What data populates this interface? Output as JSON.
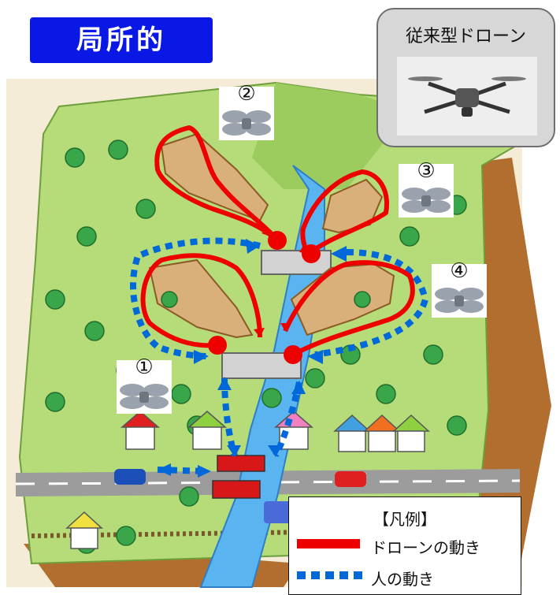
{
  "title": "局所的",
  "drone_card": {
    "label": "従来型ドローン"
  },
  "markers": [
    "①",
    "②",
    "③",
    "④"
  ],
  "legend": {
    "title": "【凡例】",
    "items": [
      {
        "label": "ドローンの動き",
        "color": "#ee0000",
        "style": "solid"
      },
      {
        "label": "人の動き",
        "color": "#0068d8",
        "style": "dotted"
      }
    ]
  },
  "colors": {
    "title_bg": "#0a18e6",
    "drone_path": "#ee0000",
    "human_path": "#0068d8",
    "river": "#5ab4f0",
    "terrain": "#b6dc7a",
    "cliff": "#c8843e",
    "road": "#9c9c9c"
  }
}
